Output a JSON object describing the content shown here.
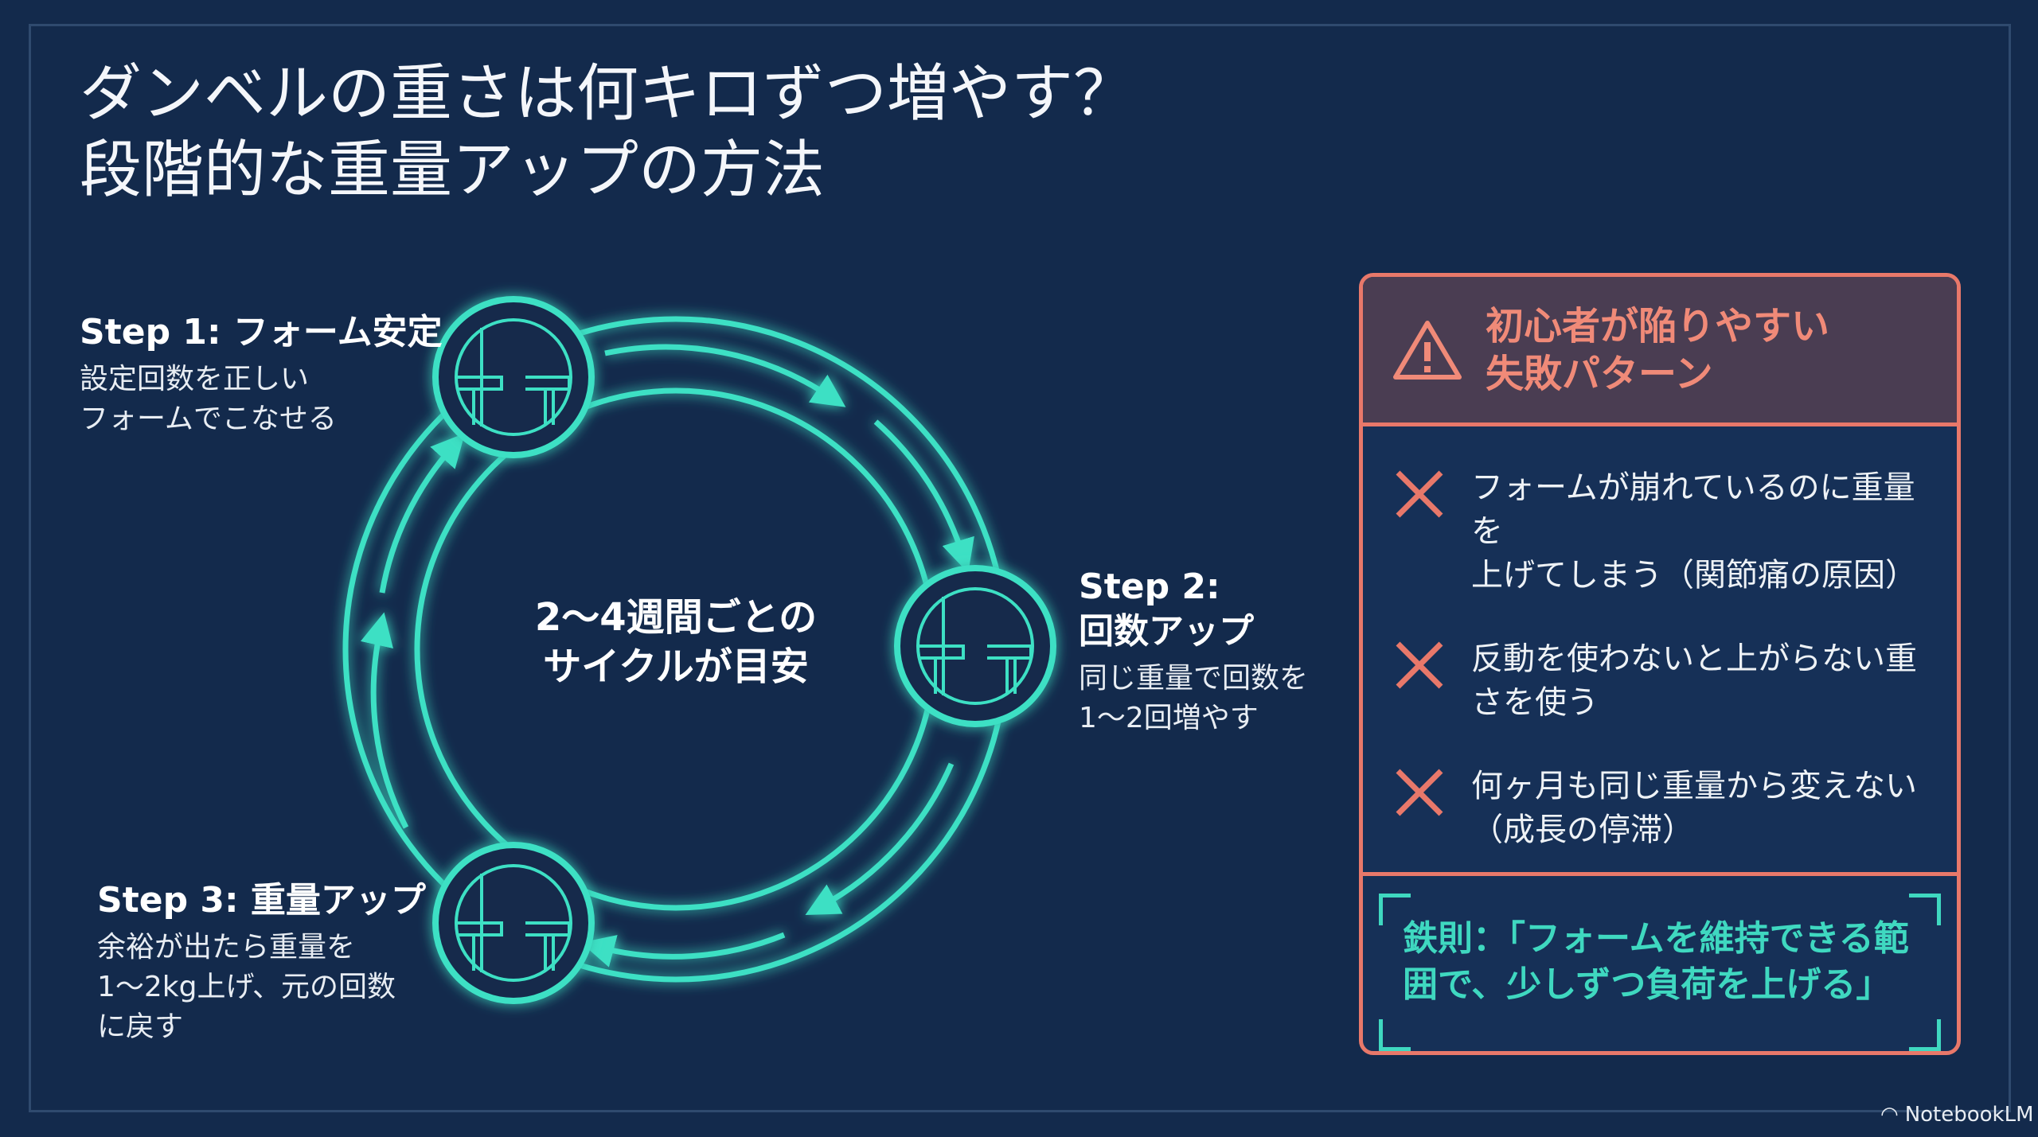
{
  "title": {
    "line1": "ダンベルの重さは何キロずつ増やす？",
    "line2": "段階的な重量アップの方法"
  },
  "cycle": {
    "center": {
      "line1": "2〜4週間ごとの",
      "line2": "サイクルが目安"
    },
    "steps": [
      {
        "title": "Step 1: フォーム安定",
        "desc1": "設定回数を正しい",
        "desc2": "フォームでこなせる"
      },
      {
        "title1": "Step 2:",
        "title2": "回数アップ",
        "desc1": "同じ重量で回数を",
        "desc2": "1〜2回増やす"
      },
      {
        "title": "Step 3: 重量アップ",
        "desc1": "余裕が出たら重量を",
        "desc2": "1〜2kg上げ、元の回数",
        "desc3": "に戻す"
      }
    ],
    "accent": "#3de0c4"
  },
  "panel": {
    "title1": "初心者が陥りやすい",
    "title2": "失敗パターン",
    "items": [
      {
        "line1": "フォームが崩れているのに重量を",
        "line2": "上げてしまう（関節痛の原因）"
      },
      {
        "line1": "反動を使わないと上がらない重",
        "line2": "さを使う"
      },
      {
        "line1": "何ヶ月も同じ重量から変えない",
        "line2": "（成長の停滞）"
      }
    ],
    "rule1": "鉄則：「フォームを維持できる範",
    "rule2": "囲で、少しずつ負荷を上げる」",
    "accent": "#e8786a"
  },
  "brand": "NotebookLM"
}
